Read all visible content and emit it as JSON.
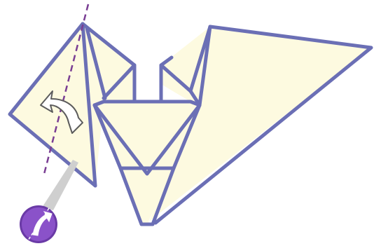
{
  "diagram": {
    "kind": "origami-fold-instruction",
    "colors": {
      "paper_fill": "#fdfae0",
      "paper_edge": "#6b6fb5",
      "fold_line": "#7a3e94",
      "arrow_stroke": "#5c5c5c",
      "arrow_fill": "#ffffff",
      "callout_pointer": "#cfcfcf",
      "badge_fill": "#8a52c9",
      "badge_ring": "#6a3aa6"
    },
    "fold_line": {
      "style": "valley-fold-dashed"
    },
    "fold_arrow": {
      "icon": "curved-fold-arrow-icon",
      "direction": "fold-left"
    },
    "detail_badge": {
      "icon": "rotate-fold-icon"
    }
  }
}
